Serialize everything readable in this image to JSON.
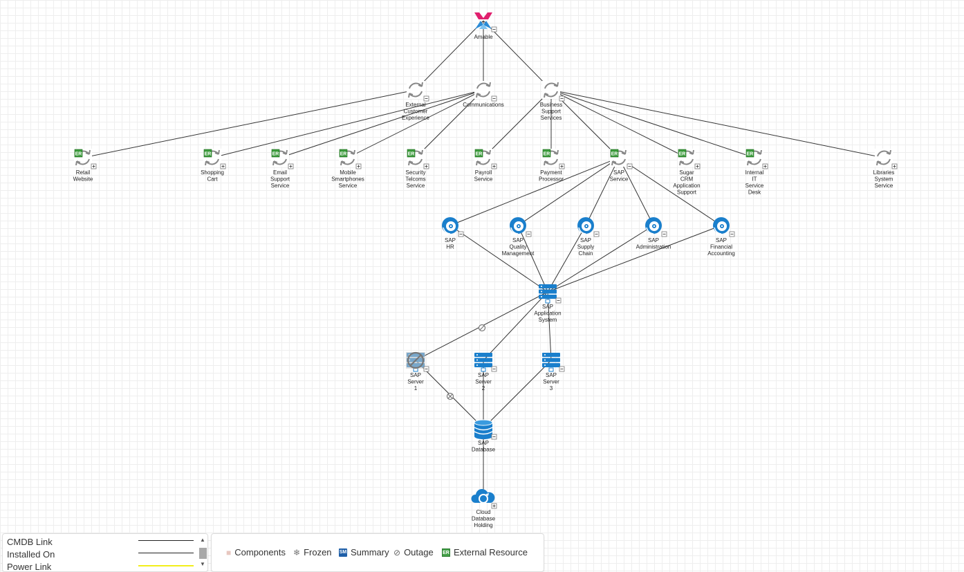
{
  "nodes": {
    "amable": {
      "label": [
        "Amable"
      ]
    },
    "external_customer_experience": {
      "label": [
        "External",
        "Customer",
        "Experience"
      ]
    },
    "communications": {
      "label": [
        "Communications"
      ]
    },
    "business_support_services": {
      "label": [
        "Business",
        "Support",
        "Services"
      ]
    },
    "retail_website": {
      "label": [
        "Retail",
        "Website"
      ]
    },
    "shopping_cart": {
      "label": [
        "Shopping",
        "Cart"
      ]
    },
    "email_support_service": {
      "label": [
        "Email",
        "Support",
        "Service"
      ]
    },
    "mobile_smartphones_service": {
      "label": [
        "Mobile",
        "Smartphones",
        "Service"
      ]
    },
    "security_telcoms_service": {
      "label": [
        "Security",
        "Telcoms",
        "Service"
      ]
    },
    "payroll_service": {
      "label": [
        "Payroll",
        "Service"
      ]
    },
    "payment_processor": {
      "label": [
        "Payment",
        "Processor"
      ]
    },
    "sap_service": {
      "label": [
        "SAP",
        "Service"
      ]
    },
    "sugar_crm_application_support": {
      "label": [
        "Sugar",
        "CRM",
        "Application",
        "Support"
      ]
    },
    "internal_it_service_desk": {
      "label": [
        "Internal",
        "IT",
        "Service",
        "Desk"
      ]
    },
    "libraries_system_service": {
      "label": [
        "Libraries",
        "System",
        "Service"
      ]
    },
    "sap_hr": {
      "label": [
        "SAP",
        "HR"
      ]
    },
    "sap_quality_management": {
      "label": [
        "SAP",
        "Quality",
        "Management"
      ]
    },
    "sap_supply_chain": {
      "label": [
        "SAP",
        "Supply",
        "Chain"
      ]
    },
    "sap_administration": {
      "label": [
        "SAP",
        "Administration"
      ]
    },
    "sap_financial_accounting": {
      "label": [
        "SAP",
        "Financial",
        "Accounting"
      ]
    },
    "sap_application_system": {
      "label": [
        "SAP",
        "Application",
        "System"
      ]
    },
    "sap_server_1": {
      "label": [
        "SAP",
        "Server",
        "1"
      ]
    },
    "sap_server_2": {
      "label": [
        "SAP",
        "Server",
        "2"
      ]
    },
    "sap_server_3": {
      "label": [
        "SAP",
        "Server",
        "3"
      ]
    },
    "sap_database": {
      "label": [
        "SAP",
        "Database"
      ]
    },
    "cloud_database_holding": {
      "label": [
        "Cloud",
        "Database",
        "Holding"
      ]
    }
  },
  "badges": {
    "external_resource": "ER"
  },
  "link_legend": {
    "items": [
      {
        "label": "CMDB Link",
        "color": "#000000"
      },
      {
        "label": "Installed On",
        "color": "#000000"
      },
      {
        "label": "Power Link",
        "color": "#ffff00"
      }
    ]
  },
  "symbol_legend": {
    "components": "Components",
    "frozen": "Frozen",
    "summary_badge": "SM",
    "summary": "Summary",
    "outage": "Outage",
    "external_resource_badge": "ER",
    "external_resource": "External Resource"
  },
  "colors": {
    "service_icon": "#888888",
    "sap_blue": "#1a7fcc",
    "er_green": "#3a9a3a",
    "amable_pink": "#e0206e",
    "amable_blue": "#2a8bd6",
    "edge": "#333333"
  }
}
